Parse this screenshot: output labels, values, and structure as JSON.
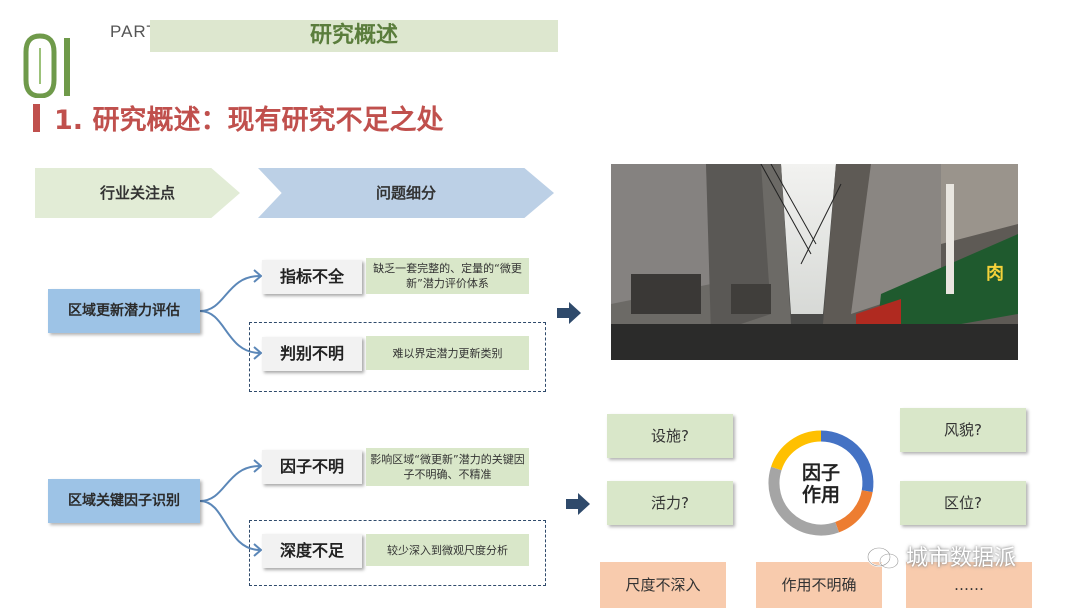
{
  "header": {
    "section_number": "01",
    "part_label": "PART",
    "section_title": "研究概述",
    "subtitle": "1. 研究概述：现有研究不足之处"
  },
  "flow": {
    "chevron_left": "行业关注点",
    "chevron_right": "问题细分"
  },
  "groups": [
    {
      "category": "区域更新潜力评估",
      "issues": [
        {
          "label": "指标不全",
          "desc": "缺乏一套完整的、定量的“微更新”潜力评价体系"
        },
        {
          "label": "判别不明",
          "desc": "难以界定潜力更新类别"
        }
      ]
    },
    {
      "category": "区域关键因子识别",
      "issues": [
        {
          "label": "因子不明",
          "desc": "影响区域“微更新”潜力的关键因子不明确、不精准"
        },
        {
          "label": "深度不足",
          "desc": "较少深入到微观尺度分析"
        }
      ]
    }
  ],
  "factors": {
    "facility": "设施?",
    "style": "风貌?",
    "vitality": "活力?",
    "location": "区位?",
    "center_line1": "因子",
    "center_line2": "作用"
  },
  "bottom_tags": [
    "尺度不深入",
    "作用不明确",
    "……"
  ],
  "photo_sign_text": "肉",
  "watermark": "城市数据派",
  "colors": {
    "accent_red": "#c0504d",
    "green_light": "#d9e7c9",
    "blue_box": "#9dc3e6",
    "orange_tag": "#f8cbad",
    "donut_blue": "#4472c4",
    "donut_orange": "#ed7d31",
    "donut_yellow": "#ffc000",
    "donut_gray": "#a5a5a5"
  }
}
